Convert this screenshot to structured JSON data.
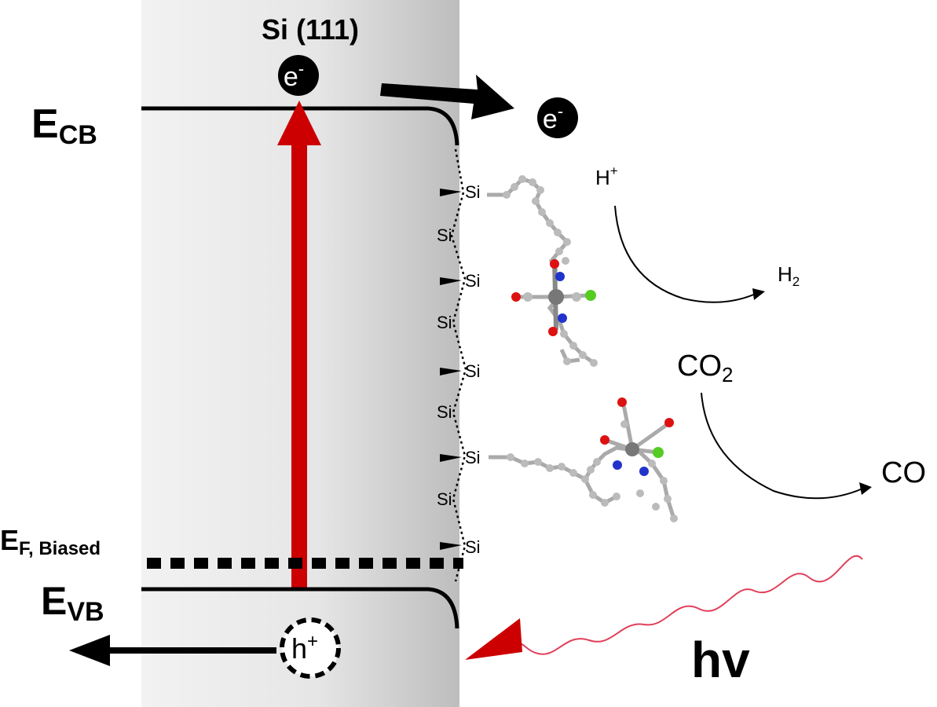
{
  "title": "Si (111)",
  "electron": {
    "symbol": "e",
    "charge": "-"
  },
  "hole": {
    "symbol": "h",
    "charge": "+"
  },
  "levels": {
    "cb": {
      "main": "E",
      "sub": "CB"
    },
    "fermi": {
      "main": "E",
      "sub": "F, Biased"
    },
    "vb": {
      "main": "E",
      "sub": "VB"
    }
  },
  "surface_atom": "Si",
  "reactions": {
    "hydrogen": {
      "reactant_main": "H",
      "reactant_sup": "+",
      "product_main": "H",
      "product_sub": "2"
    },
    "carbon": {
      "reactant_main": "CO",
      "reactant_sub": "2",
      "product": "CO"
    }
  },
  "light_label": "hv",
  "colors": {
    "red_arrow": "#cc0000",
    "photon_wave": "#e0405a",
    "nitrogen": "#2233cc",
    "oxygen": "#dd1111",
    "chlorine": "#55cc22",
    "carbon_atom": "#bbbbbb",
    "metal_center": "#777777"
  }
}
